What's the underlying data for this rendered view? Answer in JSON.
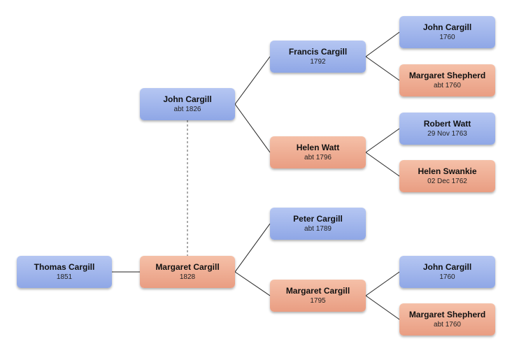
{
  "colors": {
    "male": "#9db2ea",
    "female": "#efad93",
    "line": "#222222"
  },
  "people": {
    "thomas": {
      "name": "Thomas Cargill",
      "date": "1851",
      "sex": "male"
    },
    "john_f": {
      "name": "John Cargill",
      "date": "abt 1826",
      "sex": "male"
    },
    "margaret_m": {
      "name": "Margaret Cargill",
      "date": "1828",
      "sex": "female"
    },
    "francis": {
      "name": "Francis Cargill",
      "date": "1792",
      "sex": "male"
    },
    "helen_watt": {
      "name": "Helen Watt",
      "date": "abt 1796",
      "sex": "female"
    },
    "peter": {
      "name": "Peter Cargill",
      "date": "abt 1789",
      "sex": "male"
    },
    "margaret_1795": {
      "name": "Margaret Cargill",
      "date": "1795",
      "sex": "female"
    },
    "john_1760_a": {
      "name": "John Cargill",
      "date": "1760",
      "sex": "male"
    },
    "shepherd_a": {
      "name": "Margaret Shepherd",
      "date": "abt 1760",
      "sex": "female"
    },
    "robert_watt": {
      "name": "Robert Watt",
      "date": "29 Nov 1763",
      "sex": "male"
    },
    "helen_swankie": {
      "name": "Helen Swankie",
      "date": "02 Dec 1762",
      "sex": "female"
    },
    "john_1760_b": {
      "name": "John Cargill",
      "date": "1760",
      "sex": "male"
    },
    "shepherd_b": {
      "name": "Margaret Shepherd",
      "date": "abt 1760",
      "sex": "female"
    }
  }
}
